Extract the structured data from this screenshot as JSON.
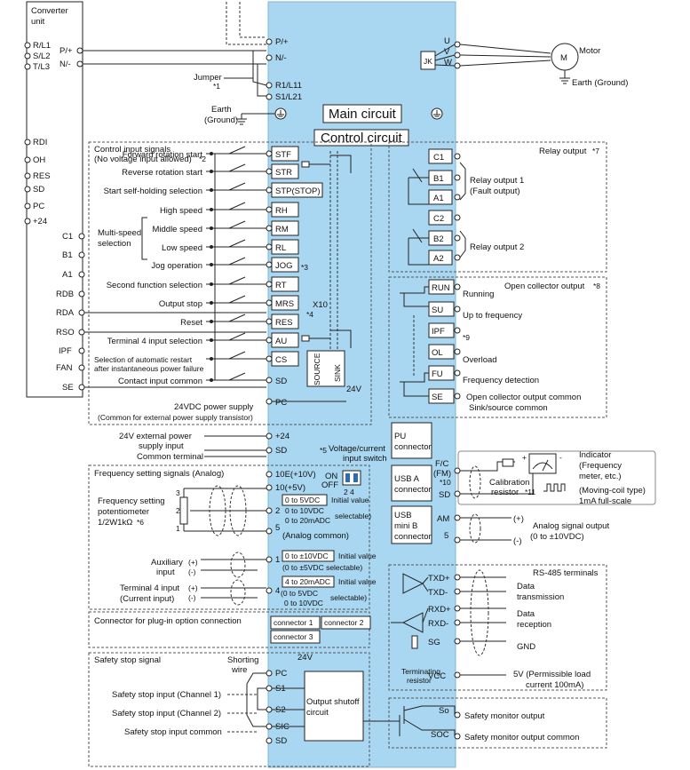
{
  "left_unit": {
    "title_line1": "Converter",
    "title_line2": "unit",
    "pins": [
      "R/L1",
      "S/L2",
      "T/L3"
    ],
    "pf": "P/+",
    "nn": "N/-",
    "jumper": "Jumper",
    "jumper_note": "*1",
    "earth1": "Earth",
    "earth2": "(Ground)",
    "left_terms": [
      "RDI",
      "OH",
      "RES",
      "SD",
      "PC",
      "+24",
      "C1",
      "B1",
      "A1",
      "RDB",
      "RDA",
      "RSO",
      "IPF",
      "FAN",
      "SE"
    ]
  },
  "main_circuit": {
    "label": "Main circuit",
    "terms": [
      "P/+",
      "N/-",
      "R1/L11",
      "S1/L21"
    ],
    "outputs": [
      "U",
      "V",
      "W"
    ],
    "motor_label": "Motor",
    "motor_symbol": "M",
    "earth_ground": "Earth (Ground)"
  },
  "control_circuit": {
    "label": "Control circuit",
    "input_header1": "Control input signals",
    "input_header2": "(No voltage input allowed)",
    "input_header_note": "*2",
    "inputs": [
      {
        "label": "Forward rotation start",
        "term": "STF"
      },
      {
        "label": "Reverse rotation start",
        "term": "STR"
      },
      {
        "label": "Start self-holding selection",
        "term": "STP(STOP)"
      },
      {
        "label": "High speed",
        "term": "RH"
      },
      {
        "label": "Middle speed",
        "term": "RM"
      },
      {
        "label": "Low speed",
        "term": "RL"
      },
      {
        "label": "Jog operation",
        "term": "JOG",
        "note": "*3"
      },
      {
        "label": "Second function selection",
        "term": "RT"
      },
      {
        "label": "Output stop",
        "term": "MRS"
      },
      {
        "label": "Reset",
        "term": "RES"
      },
      {
        "label": "Terminal 4 input selection",
        "term": "AU"
      },
      {
        "label": "Selection of automatic restart",
        "term": "CS"
      },
      {
        "label": "Contact input common",
        "term": "SD"
      }
    ],
    "multispeed1": "Multi-speed",
    "multispeed2": "selection",
    "restart_line2": "after instantaneous power failure",
    "x10": "X10",
    "x10_note": "*4",
    "source": "SOURCE",
    "sink": "SINK",
    "v24": "24V",
    "pc": "PC",
    "pc_label1": "24VDC power supply",
    "pc_label2": "(Common for external power supply transistor)"
  },
  "ext_power": {
    "term24": "+24",
    "termsd": "SD",
    "label1": "24V external power",
    "label2": "supply input",
    "label3": "Common terminal",
    "switch_note": "*5",
    "switch_label1": "Voltage/current",
    "switch_label2": "input switch",
    "on": "ON",
    "off": "OFF",
    "sw_nums": "2  4"
  },
  "freq": {
    "header": "Frequency setting signals (Analog)",
    "t10e": "10E(+10V)",
    "t10": "10(+5V)",
    "pot1": "Frequency setting",
    "pot2": "potentiometer",
    "pot3": "1/2W1kΩ",
    "pot_note": "*6",
    "pins": [
      "3",
      "2",
      "1"
    ],
    "t2": "2",
    "t2_r1": "0 to 5VDC",
    "t2_r2": "0 to 10VDC",
    "t2_r3": "0 to 20mADC",
    "initial": "Initial value",
    "selectable": "selectable)",
    "t5": "5",
    "analog_common": "(Analog common)",
    "aux1": "Auxiliary",
    "aux2": "input",
    "plus": "(+)",
    "minus": "(-)",
    "t1": "1",
    "t1_r1": "0 to ±10VDC",
    "t1_r2": "(0 to ±5VDC selectable)",
    "t4_in1": "Terminal 4 input",
    "t4_in2": "(Current input)",
    "t4": "4",
    "t4_r1": "4 to 20mADC",
    "t4_r2": "(0 to 5VDC",
    "t4_r3": "0 to 10VDC"
  },
  "connector": {
    "header": "Connector for plug-in option connection",
    "c1": "connector 1",
    "c2": "connector 2",
    "c3": "connector 3"
  },
  "safety": {
    "header": "Safety stop signal",
    "shorting1": "Shorting",
    "shorting2": "wire",
    "v24": "24V",
    "pc": "PC",
    "s1": "S1",
    "s2": "S2",
    "sic": "SIC",
    "sd": "SD",
    "ch1": "Safety stop input (Channel 1)",
    "ch2": "Safety stop input (Channel 2)",
    "common": "Safety stop input common",
    "shutoff1": "Output shutoff",
    "shutoff2": "circuit",
    "so": "So",
    "soc": "SOC",
    "mon_out": "Safety monitor output",
    "mon_common": "Safety monitor output common"
  },
  "relay": {
    "header": "Relay output",
    "note": "*7",
    "terms1": [
      "C1",
      "B1",
      "A1"
    ],
    "terms2": [
      "C2",
      "B2",
      "A2"
    ],
    "r1a": "Relay output 1",
    "r1b": "(Fault output)",
    "r2": "Relay output 2"
  },
  "oc": {
    "header": "Open collector output",
    "note": "*8",
    "terms": [
      "RUN",
      "SU",
      "IPF",
      "OL",
      "FU",
      "SE"
    ],
    "labels": [
      "Running",
      "Up to frequency",
      "*9",
      "Overload",
      "Frequency detection"
    ],
    "se1": "Open collector output common",
    "se2": "Sink/source common"
  },
  "ports": {
    "pu1": "PU",
    "pu2": "connector",
    "usba1": "USB A",
    "usba2": "connector",
    "usbb1": "USB",
    "usbb2": "mini B",
    "usbb3": "connector"
  },
  "fm": {
    "fc": "F/C",
    "fm": "(FM)",
    "note10": "*10",
    "sd": "SD",
    "cal1": "Calibration",
    "cal2": "resistor",
    "note11": "*11",
    "ind1": "Indicator",
    "ind2": "(Frequency",
    "ind3": "meter, etc.)",
    "ind4": "(Moving-coil type)",
    "ind5": "1mA full-scale",
    "plus": "+",
    "minus": "-",
    "am": "AM",
    "am5": "5",
    "am_plus": "(+)",
    "am_minus": "(-)",
    "analog1": "Analog signal output",
    "analog2": "(0 to ±10VDC)"
  },
  "rs485": {
    "header": "RS-485 terminals",
    "terms": [
      "TXD+",
      "TXD-",
      "RXD+",
      "RXD-",
      "SG",
      "VCC"
    ],
    "data_tx1": "Data",
    "data_tx2": "transmission",
    "data_rx1": "Data",
    "data_rx2": "reception",
    "gnd": "GND",
    "term1": "Terminating",
    "term2": "resistor",
    "vcc1": "5V (Permissible load",
    "vcc2": "current 100mA)"
  }
}
